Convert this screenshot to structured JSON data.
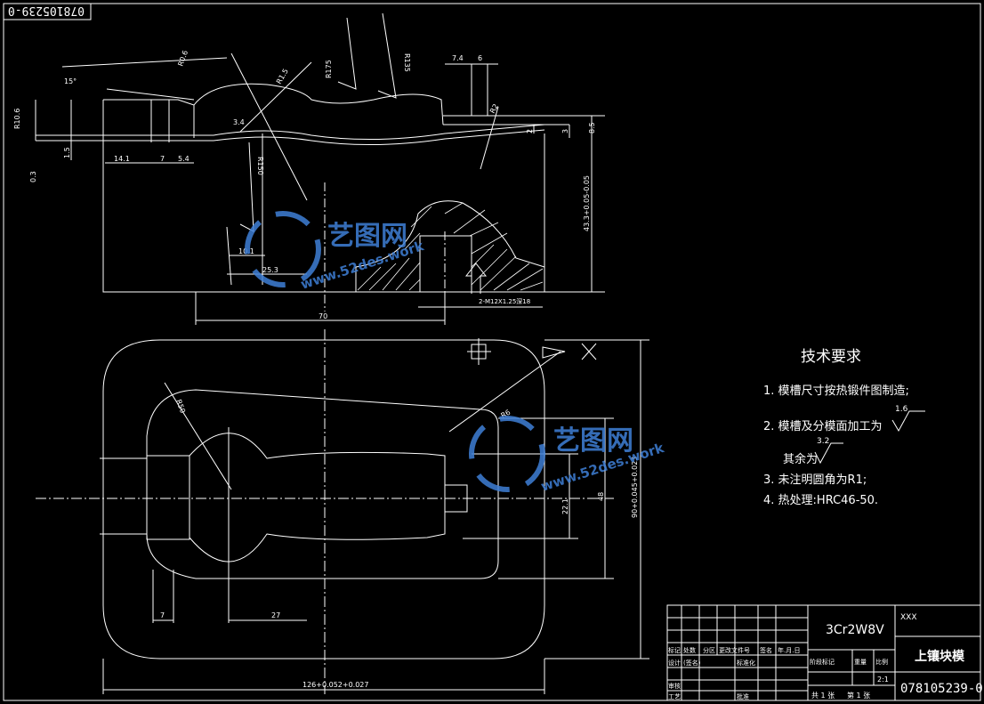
{
  "drawing_number_rotated": "078105239-0",
  "material": "3Cr2W8V",
  "part_name": "上镶块模",
  "drawing_code": "078105239-0",
  "title_block_code": "XXX",
  "scale": "2:1",
  "sheets": {
    "total": "共 1 张",
    "current": "第 1 张"
  },
  "title_block_headers": {
    "row1": [
      "标记",
      "处数",
      "分区",
      "更改文件号",
      "签名",
      "年.月.日"
    ],
    "row2": [
      "设计",
      "(签名)",
      "",
      "标准化",
      "",
      ""
    ],
    "row3": [
      "审核",
      "",
      "",
      "",
      "",
      ""
    ],
    "row4": [
      "工艺",
      "",
      "",
      "批准",
      "",
      ""
    ],
    "stage": [
      "阶段标记",
      "重量",
      "比例"
    ]
  },
  "tech_requirements": {
    "title": "技术要求",
    "items": [
      "1. 模槽尺寸按热锻件图制造;",
      "2. 模槽及分模面加工为",
      "其余为",
      "3. 未注明圆角为R1;",
      "4. 热处理:HRC46-50."
    ],
    "roughness_1": "1.6",
    "roughness_2": "3.2"
  },
  "dims": {
    "top_7_4": "7.4",
    "top_6": "6",
    "r135": "R135",
    "r175": "R175",
    "r1_5": "R1.5",
    "r2": "R2",
    "r150": "R150",
    "r0_6": "R0.6",
    "r10_6": "R10.6",
    "deg15": "15°",
    "d14_1": "14.1",
    "d7a": "7",
    "d5_4": "5.4",
    "d1_5": "1.5",
    "d0_3": "0.3",
    "d3_4": "3.4",
    "d2": "2",
    "d3": "3",
    "d8_5": "8.5",
    "d43": "43.3+0.05-0.05",
    "d10_1": "10.1",
    "d25_3": "25.3",
    "d70": "70",
    "thread": "2-M12X1.25深18",
    "r50": "R50",
    "r6": "R6",
    "d22": "22.1",
    "d48": "48",
    "d90": "90+0.045+0.023",
    "d7b": "7",
    "d27": "27",
    "d126": "126+0.052+0.027"
  },
  "watermark": {
    "cn": "艺图网",
    "url": "www.52des.work"
  }
}
